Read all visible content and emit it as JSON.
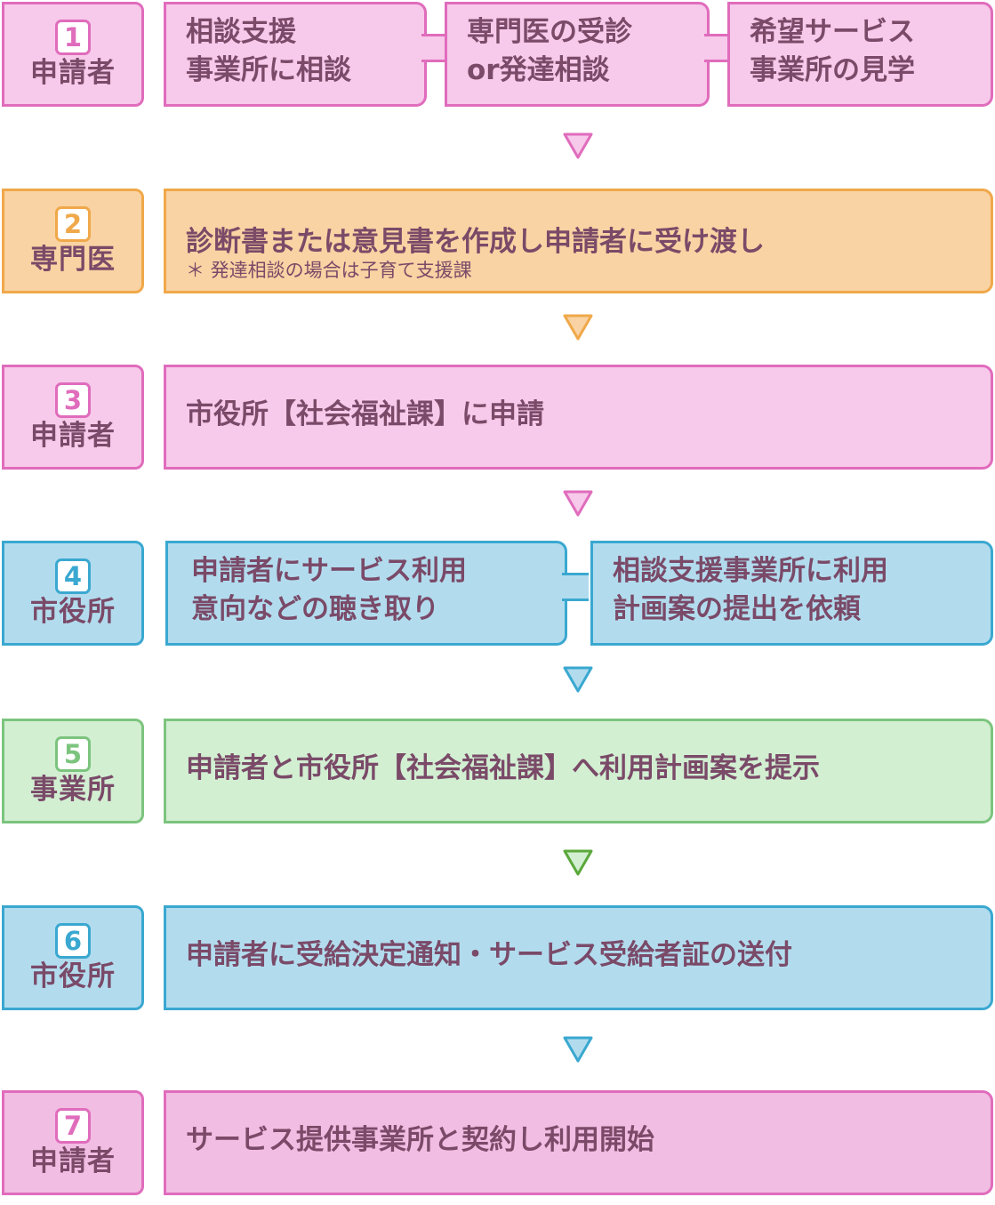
{
  "steps": [
    {
      "number": "1",
      "role": "申請者",
      "boxes": [
        {
          "lines": [
            "相談支援",
            "事業所に相談"
          ]
        },
        {
          "lines": [
            "専門医の受診",
            "or発達相談"
          ]
        },
        {
          "lines": [
            "希望サービス",
            "事業所の見学"
          ]
        }
      ]
    },
    {
      "number": "2",
      "role": "専門医",
      "text": "診断書または意見書を作成し申請者に受け渡し",
      "note": "＊ 発達相談の場合は子育て支援課"
    },
    {
      "number": "3",
      "role": "申請者",
      "text": "市役所【社会福祉課】に申請"
    },
    {
      "number": "4",
      "role": "市役所",
      "boxes": [
        {
          "lines": [
            "申請者にサービス利用",
            "意向などの聴き取り"
          ]
        },
        {
          "lines": [
            "相談支援事業所に利用",
            "計画案の提出を依頼"
          ]
        }
      ]
    },
    {
      "number": "5",
      "role": "事業所",
      "text": "申請者と市役所【社会福祉課】へ利用計画案を提示"
    },
    {
      "number": "6",
      "role": "市役所",
      "text": "申請者に受給決定通知・サービス受給者証の送付"
    },
    {
      "number": "7",
      "role": "申請者",
      "text": "サービス提供事業所と契約し利用開始"
    }
  ],
  "colors": {
    "pink": "#e06cbc",
    "orange": "#f0a84a",
    "blue": "#3aa8d0",
    "green": "#7cc47e",
    "green_arrow": "#5aa83a",
    "text": "#7a4a68"
  }
}
